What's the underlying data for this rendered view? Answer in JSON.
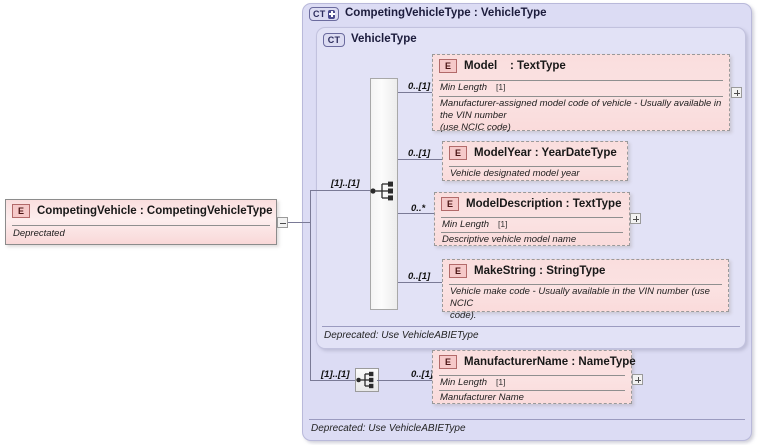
{
  "diagram": {
    "type": "xml-schema-element-diagram",
    "root_element": {
      "icon": "E",
      "title": "CompetingVehicle : CompetingVehicleType",
      "documentation": "Deprectated",
      "expander": "minus-expander"
    },
    "outer_container": {
      "icon": "CT+",
      "icon_label": "CT",
      "title": "CompetingVehicleType : VehicleType",
      "footer_note": "Deprecated: Use VehicleABIEType"
    },
    "inner_container": {
      "icon": "CT",
      "title": "VehicleType",
      "footer_note": "Deprecated: Use VehicleABIEType"
    },
    "compositors": [
      {
        "name": "sequence-compositor-vehicletype",
        "cardinality": "[1]..[1]"
      },
      {
        "name": "sequence-compositor-manufacturername",
        "cardinality": "[1]..[1]"
      }
    ],
    "elements": [
      {
        "icon": "E",
        "name": "Model",
        "type": ": TextType",
        "cardinality": "0..[1]",
        "facet_label": "Min Length",
        "facet_value": "[1]",
        "documentation": "Manufacturer-assigned model code of vehicle - Usually available in the VIN number\n(use NCIC code)",
        "expander": "plus-expander"
      },
      {
        "icon": "E",
        "name": "ModelYear : YearDateType",
        "type": "",
        "cardinality": "0..[1]",
        "facet_label": "",
        "facet_value": "",
        "documentation": "Vehicle designated model year",
        "expander": ""
      },
      {
        "icon": "E",
        "name": "ModelDescription : TextType",
        "type": "",
        "cardinality": "0..*",
        "facet_label": "Min Length",
        "facet_value": "[1]",
        "documentation": "Descriptive vehicle model name",
        "expander": "plus-expander"
      },
      {
        "icon": "E",
        "name": "MakeString : StringType",
        "type": "",
        "cardinality": "0..[1]",
        "facet_label": "",
        "facet_value": "",
        "documentation": "Vehicle make code - Usually available in the VIN number (use NCIC\ncode).",
        "expander": ""
      },
      {
        "icon": "E",
        "name": "ManufacturerName : NameType",
        "type": "",
        "cardinality": "0..[1]",
        "facet_label": "Min Length",
        "facet_value": "[1]",
        "documentation": "Manufacturer Name",
        "expander": "plus-expander"
      }
    ],
    "colors": {
      "element_fill": "#fadede",
      "element_border": "#9a9a9a",
      "container_fill": "#dcdcf4",
      "container_inner_fill": "#e2e2f6",
      "container_border": "#b9b9da",
      "chip_border": "#6b6b9e",
      "connector_line": "#7a7a96",
      "page_background": "#ffffff"
    }
  }
}
